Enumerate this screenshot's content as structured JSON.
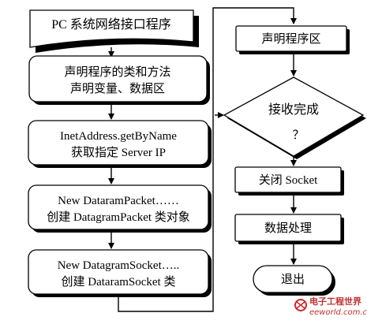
{
  "left_column": {
    "start_box": {
      "label": "PC 系统网络接口程序"
    },
    "steps": [
      {
        "lines": [
          "声明程序的类和方法",
          "声明变量、数据区"
        ]
      },
      {
        "lines": [
          "InetAddress.getByName",
          "获取指定 Server IP"
        ]
      },
      {
        "lines": [
          "New DataramPacket……",
          "创建 DatagramPacket  类对象"
        ]
      },
      {
        "lines": [
          "New DatagramSocket…..",
          "创建 DataramSocket 类"
        ]
      }
    ]
  },
  "right_column": {
    "declare_box": {
      "label": "声明程序区"
    },
    "decision": {
      "label": "接收完成",
      "mark": "？"
    },
    "close_box": {
      "label": "关闭 Socket"
    },
    "process_box": {
      "label": "数据处理"
    },
    "end_box": {
      "label": "退出"
    }
  },
  "watermark": {
    "brand": "电子工程世界",
    "url": "eeworld.com.cn"
  }
}
